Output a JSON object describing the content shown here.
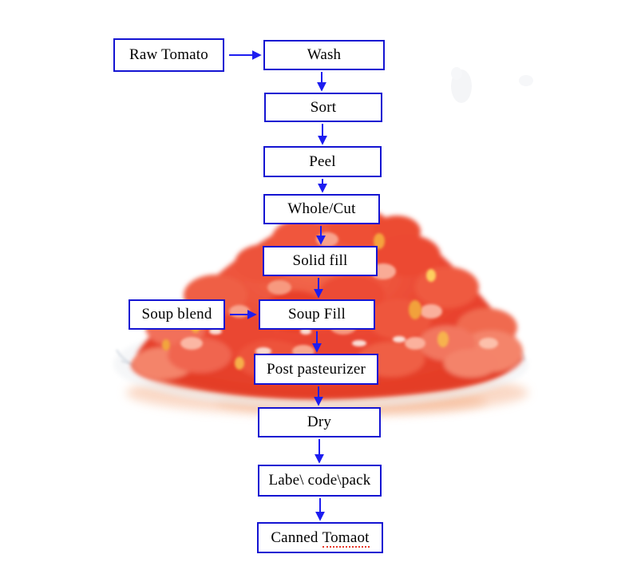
{
  "flowchart": {
    "nodes": {
      "raw_tomato": {
        "label": "Raw Tomato"
      },
      "wash": {
        "label": "Wash"
      },
      "sort": {
        "label": "Sort"
      },
      "peel": {
        "label": "Peel"
      },
      "whole_cut": {
        "label": "Whole/Cut"
      },
      "solid_fill": {
        "label": "Solid fill"
      },
      "soup_blend": {
        "label": "Soup blend"
      },
      "soup_fill": {
        "label": "Soup Fill"
      },
      "post_pasteurizer": {
        "label": "Post pasteurizer"
      },
      "dry": {
        "label": "Dry"
      },
      "label_code_pack": {
        "label": "Labe\\ code\\pack"
      },
      "canned_tomato": {
        "word1": "Canned",
        "word2": "Tomaot",
        "spellcheck_underline_under": "Tomaot"
      }
    },
    "edges": [
      {
        "from": "raw_tomato",
        "to": "wash"
      },
      {
        "from": "wash",
        "to": "sort"
      },
      {
        "from": "sort",
        "to": "peel"
      },
      {
        "from": "peel",
        "to": "whole_cut"
      },
      {
        "from": "whole_cut",
        "to": "solid_fill"
      },
      {
        "from": "solid_fill",
        "to": "soup_fill"
      },
      {
        "from": "soup_blend",
        "to": "soup_fill"
      },
      {
        "from": "soup_fill",
        "to": "post_pasteurizer"
      },
      {
        "from": "post_pasteurizer",
        "to": "dry"
      },
      {
        "from": "dry",
        "to": "label_code_pack"
      },
      {
        "from": "label_code_pack",
        "to": "canned_tomato"
      }
    ],
    "colors": {
      "background": "#ffffff",
      "box_fill": "#ffffff",
      "box_border": "#1414d2",
      "arrow": "#1d1df0",
      "text": "#000000",
      "spellcheck": "#e8372a"
    }
  },
  "illustration": {
    "alt": "Pile of diced tomatoes on a clear glass plate"
  }
}
